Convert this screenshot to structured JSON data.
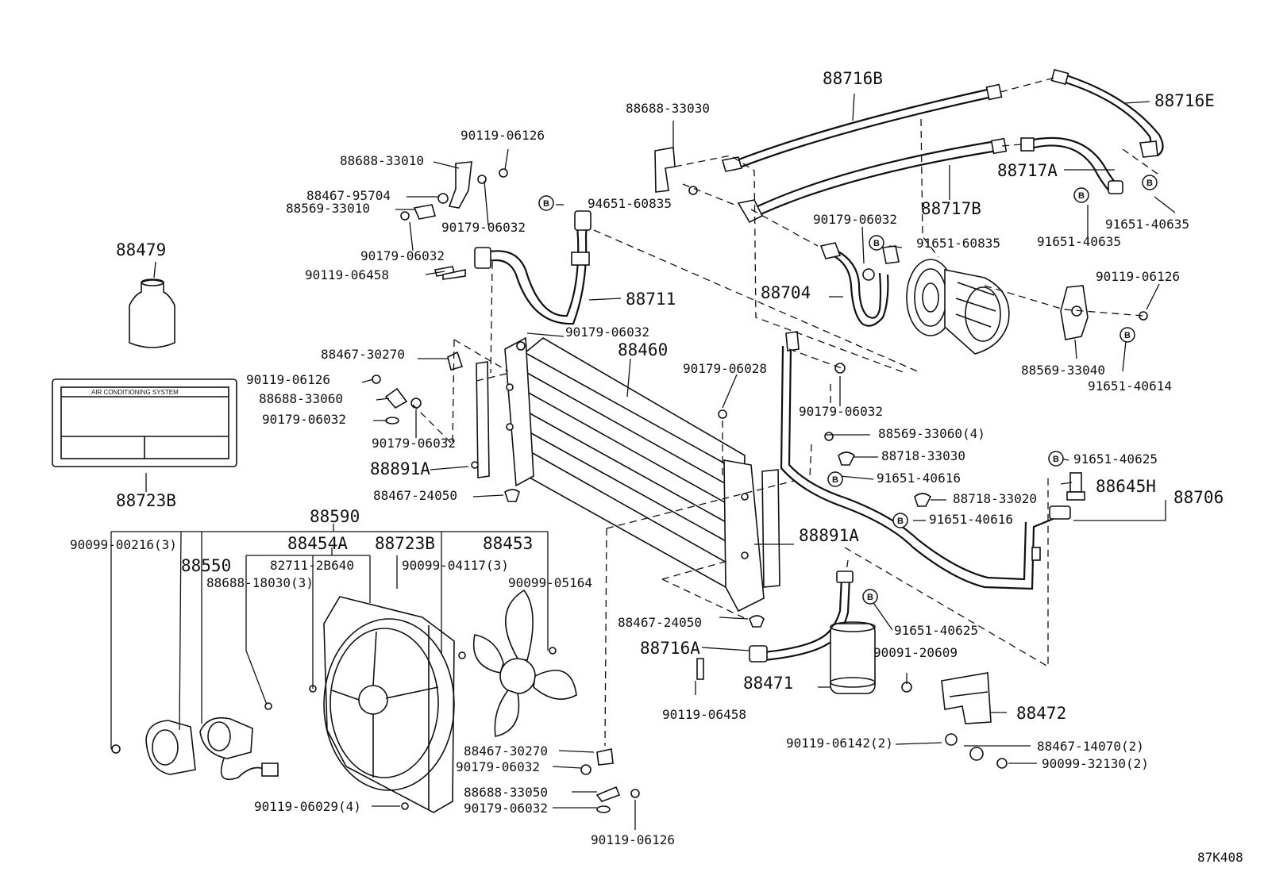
{
  "diagram": {
    "drawing_code": "87K408",
    "b_mark": "B",
    "label_panel": {
      "title": "AIR CONDITIONING SYSTEM"
    },
    "labels": {
      "p88716B": "88716B",
      "p88716E": "88716E",
      "p88688_33030": "88688-33030",
      "p90119_06126_a": "90119-06126",
      "p88688_33010": "88688-33010",
      "p88467_95704": "88467-95704",
      "p88569_33010": "88569-33010",
      "p90179_06032_a": "90179-06032",
      "p94651_60835": "94651-60835",
      "p88717A": "88717A",
      "p88717B": "88717B",
      "p90179_06032_b": "90179-06032",
      "p91651_60835": "91651-60835",
      "p91651_40635_a": "91651-40635",
      "p91651_40635_b": "91651-40635",
      "p88479": "88479",
      "p90179_06032_c": "90179-06032",
      "p90119_06458_a": "90119-06458",
      "p88711": "88711",
      "p88704": "88704",
      "p90119_06126_b": "90119-06126",
      "p90179_06032_d": "90179-06032",
      "p88460": "88460",
      "p88467_30270_a": "88467-30270",
      "p90119_06126_c": "90119-06126",
      "p88688_33060": "88688-33060",
      "p90179_06032_e": "90179-06032",
      "p90179_06032_f": "90179-06032",
      "p88891A_a": "88891A",
      "p90179_06028": "90179-06028",
      "p90179_06032_g": "90179-06032",
      "p88569_33040": "88569-33040",
      "p91651_40614": "91651-40614",
      "p88569_33060": "88569-33060(4)",
      "p88718_33030": "88718-33030",
      "p91651_40616_a": "91651-40616",
      "p91651_40625_a": "91651-40625",
      "p88645H": "88645H",
      "p88706": "88706",
      "p88718_33020": "88718-33020",
      "p91651_40616_b": "91651-40616",
      "p88723B_a": "88723B",
      "p88467_24050_a": "88467-24050",
      "p88590": "88590",
      "p88454A": "88454A",
      "p88723B_b": "88723B",
      "p88453": "88453",
      "p90099_00216": "90099-00216(3)",
      "p88550": "88550",
      "p82711_2B640": "82711-2B640",
      "p88688_18030": "88688-18030(3)",
      "p90099_04117": "90099-04117(3)",
      "p90099_05164": "90099-05164",
      "p88891A_b": "88891A",
      "p91651_40625_b": "91651-40625",
      "p88467_24050_b": "88467-24050",
      "p88716A": "88716A",
      "p90091_20609": "90091-20609",
      "p88471": "88471",
      "p88472": "88472",
      "p90119_06458_b": "90119-06458",
      "p90119_06142": "90119-06142(2)",
      "p88467_14070": "88467-14070(2)",
      "p90099_32130": "90099-32130(2)",
      "p88467_30270_b": "88467-30270",
      "p90179_06032_h": "90179-06032",
      "p88688_33050": "88688-33050",
      "p90179_06032_i": "90179-06032",
      "p90119_06029": "90119-06029(4)",
      "p90119_06126_d": "90119-06126"
    }
  }
}
